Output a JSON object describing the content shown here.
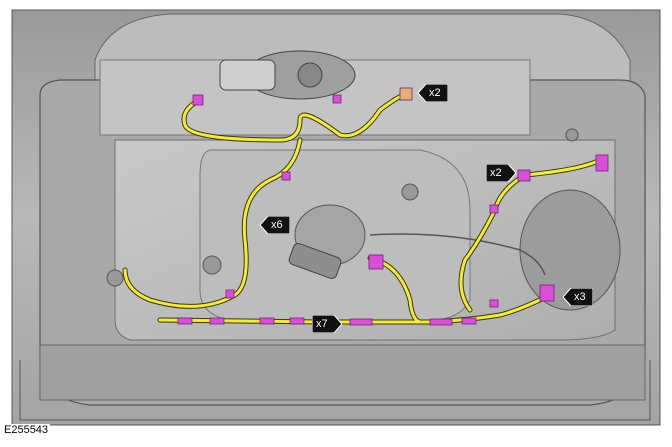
{
  "figure": {
    "id": "E255543",
    "description": "Door inner panel with wiring harness routing, connectors and clips"
  },
  "callouts": [
    {
      "label": "x2",
      "direction": "left",
      "target": "upper harness connectors near window motor"
    },
    {
      "label": "x2",
      "direction": "right",
      "target": "connector at right side of door"
    },
    {
      "label": "x6",
      "direction": "left",
      "target": "vertical harness clips"
    },
    {
      "label": "x7",
      "direction": "right",
      "target": "lower horizontal harness clips"
    },
    {
      "label": "x3",
      "direction": "left",
      "target": "connectors at lower right latch area"
    }
  ],
  "colors": {
    "background": "#ffffff",
    "panel": "#b5b5b5",
    "panel_dark": "#8c8c8c",
    "panel_light": "#d9d9d9",
    "harness": "#f2e84a",
    "connector": "#d850d8",
    "callout_bg": "#111111",
    "callout_text": "#ffffff"
  }
}
